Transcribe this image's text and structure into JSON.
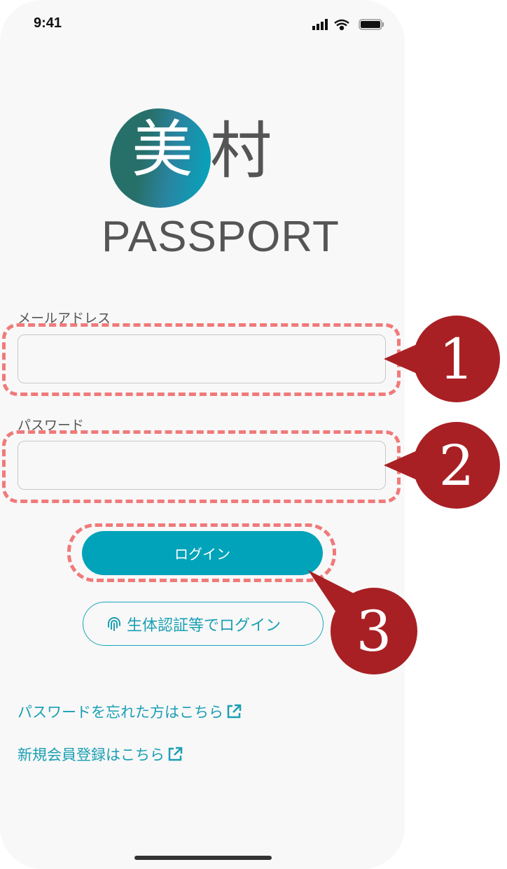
{
  "status_bar": {
    "time": "9:41"
  },
  "logo": {
    "char1": "美",
    "char2": "村",
    "wordmark": "PASSPORT"
  },
  "form": {
    "email_label": "メールアドレス",
    "email_value": "",
    "password_label": "パスワード",
    "password_value": "",
    "login_label": "ログイン",
    "biometric_label": "生体認証等でログイン"
  },
  "links": {
    "forgot_password": "パスワードを忘れた方はこちら",
    "register": "新規会員登録はこちら"
  },
  "annotations": [
    "1",
    "2",
    "3"
  ],
  "colors": {
    "accent": "#00a3b9",
    "badge": "#a82024",
    "dash": "#f07a7a"
  }
}
